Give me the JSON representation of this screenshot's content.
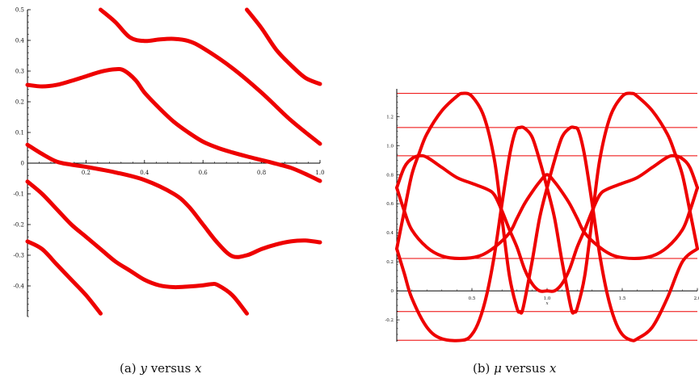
{
  "chart_data": [
    {
      "type": "line",
      "panel": "a",
      "caption": {
        "tag": "(a)",
        "yvar": "y",
        "sep": " versus ",
        "xvar": "x"
      },
      "xlim": [
        0,
        1.0
      ],
      "ylim": [
        -0.5,
        0.5
      ],
      "xticks": [
        0.2,
        0.4,
        0.6,
        0.8,
        1.0
      ],
      "xtick_labels": [
        "0.2",
        "0.4",
        "0.6",
        "0.8",
        "1.0"
      ],
      "yticks": [
        0.5,
        0.4,
        0.3,
        0.2,
        0.1,
        0,
        -0.1,
        -0.2,
        -0.3,
        -0.4
      ],
      "ytick_labels": [
        "0.5",
        "0.4",
        "0.3",
        "0.2",
        "0.1",
        "0",
        "-0.1",
        "-0.2",
        "-0.3",
        "-0.4"
      ],
      "color": "#ee0000",
      "series": [
        {
          "points": [
            [
              0.25,
              0.5
            ],
            [
              0.3,
              0.46
            ],
            [
              0.35,
              0.41
            ],
            [
              0.4,
              0.398
            ],
            [
              0.45,
              0.403
            ],
            [
              0.5,
              0.405
            ],
            [
              0.55,
              0.398
            ],
            [
              0.6,
              0.375
            ],
            [
              0.7,
              0.31
            ],
            [
              0.8,
              0.23
            ],
            [
              0.9,
              0.14
            ],
            [
              1.0,
              0.063
            ]
          ]
        },
        {
          "points": [
            [
              0.0,
              0.255
            ],
            [
              0.05,
              0.25
            ],
            [
              0.1,
              0.255
            ],
            [
              0.15,
              0.268
            ],
            [
              0.2,
              0.283
            ],
            [
              0.25,
              0.298
            ],
            [
              0.3,
              0.306
            ],
            [
              0.33,
              0.302
            ],
            [
              0.37,
              0.27
            ],
            [
              0.4,
              0.23
            ],
            [
              0.45,
              0.18
            ],
            [
              0.5,
              0.135
            ],
            [
              0.55,
              0.1
            ],
            [
              0.6,
              0.07
            ],
            [
              0.65,
              0.05
            ],
            [
              0.7,
              0.035
            ],
            [
              0.75,
              0.022
            ],
            [
              0.8,
              0.01
            ],
            [
              0.85,
              -0.002
            ],
            [
              0.9,
              -0.015
            ],
            [
              0.95,
              -0.035
            ],
            [
              1.0,
              -0.058
            ]
          ]
        },
        {
          "points": [
            [
              0.0,
              0.06
            ],
            [
              0.05,
              0.03
            ],
            [
              0.1,
              0.005
            ],
            [
              0.15,
              -0.005
            ],
            [
              0.2,
              -0.012
            ],
            [
              0.3,
              -0.03
            ],
            [
              0.4,
              -0.055
            ],
            [
              0.5,
              -0.1
            ],
            [
              0.55,
              -0.14
            ],
            [
              0.6,
              -0.2
            ],
            [
              0.65,
              -0.26
            ],
            [
              0.7,
              -0.303
            ],
            [
              0.75,
              -0.3
            ],
            [
              0.8,
              -0.28
            ],
            [
              0.85,
              -0.265
            ],
            [
              0.9,
              -0.255
            ],
            [
              0.95,
              -0.252
            ],
            [
              1.0,
              -0.258
            ]
          ]
        },
        {
          "points": [
            [
              0.0,
              -0.06
            ],
            [
              0.05,
              -0.1
            ],
            [
              0.1,
              -0.15
            ],
            [
              0.15,
              -0.2
            ],
            [
              0.2,
              -0.24
            ],
            [
              0.25,
              -0.28
            ],
            [
              0.3,
              -0.32
            ],
            [
              0.35,
              -0.35
            ],
            [
              0.4,
              -0.38
            ],
            [
              0.45,
              -0.398
            ],
            [
              0.5,
              -0.404
            ],
            [
              0.55,
              -0.402
            ],
            [
              0.6,
              -0.398
            ],
            [
              0.63,
              -0.394
            ],
            [
              0.65,
              -0.397
            ],
            [
              0.7,
              -0.43
            ],
            [
              0.75,
              -0.49
            ]
          ]
        },
        {
          "points": [
            [
              0.75,
              0.5
            ],
            [
              0.8,
              0.44
            ],
            [
              0.85,
              0.37
            ],
            [
              0.9,
              0.32
            ],
            [
              0.95,
              0.278
            ],
            [
              1.0,
              0.258
            ]
          ]
        },
        {
          "points": [
            [
              0.0,
              -0.255
            ],
            [
              0.05,
              -0.28
            ],
            [
              0.1,
              -0.33
            ],
            [
              0.15,
              -0.38
            ],
            [
              0.2,
              -0.43
            ],
            [
              0.25,
              -0.49
            ]
          ]
        }
      ]
    },
    {
      "type": "line",
      "panel": "b",
      "caption": {
        "tag": "(b)",
        "yvar": "μ",
        "sep": " versus ",
        "xvar": "x"
      },
      "xlim": [
        0,
        2.0
      ],
      "ylim": [
        -0.35,
        1.38
      ],
      "x_axis_label": "x",
      "xticks": [
        0.5,
        1.0,
        1.5,
        2.0
      ],
      "xtick_labels": [
        "0.5",
        "1.0",
        "1.5",
        "2.0"
      ],
      "yticks": [
        1.2,
        1.0,
        0.8,
        0.6,
        0.4,
        0.2,
        0,
        -0.2
      ],
      "ytick_labels": [
        "1.2",
        "1.0",
        "0.8",
        "0.6",
        "0.4",
        "0.2",
        "0",
        "-0.2"
      ],
      "horizontal_lines": [
        1.36,
        1.125,
        0.93,
        0.223,
        -0.143,
        -0.34
      ],
      "color": "#ee0000",
      "series": [
        {
          "points": [
            [
              0.0,
              0.29
            ],
            [
              0.05,
              0.55
            ],
            [
              0.1,
              0.8
            ],
            [
              0.15,
              0.95
            ],
            [
              0.2,
              1.08
            ],
            [
              0.3,
              1.24
            ],
            [
              0.4,
              1.34
            ],
            [
              0.44,
              1.36
            ],
            [
              0.5,
              1.34
            ],
            [
              0.58,
              1.2
            ],
            [
              0.65,
              0.9
            ],
            [
              0.7,
              0.5
            ],
            [
              0.75,
              0.1
            ],
            [
              0.8,
              -0.12
            ],
            [
              0.82,
              -0.143
            ],
            [
              0.84,
              -0.12
            ],
            [
              0.9,
              0.2
            ],
            [
              0.95,
              0.5
            ],
            [
              1.0,
              0.71
            ],
            [
              1.05,
              0.9
            ],
            [
              1.1,
              1.06
            ],
            [
              1.15,
              1.12
            ],
            [
              1.18,
              1.125
            ],
            [
              1.21,
              1.1
            ],
            [
              1.25,
              0.93
            ],
            [
              1.3,
              0.6
            ],
            [
              1.35,
              0.25
            ],
            [
              1.4,
              -0.02
            ],
            [
              1.45,
              -0.2
            ],
            [
              1.5,
              -0.3
            ],
            [
              1.56,
              -0.34
            ],
            [
              1.6,
              -0.33
            ],
            [
              1.7,
              -0.25
            ],
            [
              1.8,
              -0.05
            ],
            [
              1.9,
              0.2
            ],
            [
              2.0,
              0.29
            ]
          ]
        },
        {
          "points": [
            [
              0.0,
              0.29
            ],
            [
              0.05,
              0.12
            ],
            [
              0.1,
              -0.05
            ],
            [
              0.2,
              -0.25
            ],
            [
              0.3,
              -0.33
            ],
            [
              0.44,
              -0.34
            ],
            [
              0.5,
              -0.3
            ],
            [
              0.55,
              -0.2
            ],
            [
              0.6,
              -0.02
            ],
            [
              0.65,
              0.25
            ],
            [
              0.7,
              0.6
            ],
            [
              0.75,
              0.93
            ],
            [
              0.79,
              1.1
            ],
            [
              0.82,
              1.125
            ],
            [
              0.85,
              1.12
            ],
            [
              0.9,
              1.06
            ],
            [
              0.95,
              0.9
            ],
            [
              1.0,
              0.71
            ],
            [
              1.05,
              0.5
            ],
            [
              1.1,
              0.2
            ],
            [
              1.16,
              -0.12
            ],
            [
              1.18,
              -0.143
            ],
            [
              1.2,
              -0.12
            ],
            [
              1.25,
              0.1
            ],
            [
              1.3,
              0.5
            ],
            [
              1.35,
              0.9
            ],
            [
              1.42,
              1.2
            ],
            [
              1.5,
              1.34
            ],
            [
              1.56,
              1.36
            ],
            [
              1.6,
              1.34
            ],
            [
              1.7,
              1.24
            ],
            [
              1.8,
              1.08
            ],
            [
              1.85,
              0.95
            ],
            [
              1.9,
              0.8
            ],
            [
              1.95,
              0.55
            ],
            [
              2.0,
              0.29
            ]
          ]
        },
        {
          "points": [
            [
              0.0,
              0.71
            ],
            [
              0.05,
              0.85
            ],
            [
              0.1,
              0.91
            ],
            [
              0.15,
              0.93
            ],
            [
              0.2,
              0.92
            ],
            [
              0.3,
              0.85
            ],
            [
              0.4,
              0.78
            ],
            [
              0.5,
              0.74
            ],
            [
              0.6,
              0.7
            ],
            [
              0.65,
              0.66
            ],
            [
              0.7,
              0.55
            ],
            [
              0.75,
              0.42
            ],
            [
              0.8,
              0.3
            ],
            [
              0.85,
              0.15
            ],
            [
              0.9,
              0.05
            ],
            [
              0.95,
              0.0
            ],
            [
              1.0,
              0.0
            ]
          ]
        },
        {
          "points": [
            [
              1.0,
              0.0
            ],
            [
              1.05,
              0.0
            ],
            [
              1.1,
              0.05
            ],
            [
              1.15,
              0.15
            ],
            [
              1.2,
              0.3
            ],
            [
              1.25,
              0.42
            ],
            [
              1.3,
              0.55
            ],
            [
              1.35,
              0.66
            ],
            [
              1.4,
              0.7
            ],
            [
              1.5,
              0.74
            ],
            [
              1.6,
              0.78
            ],
            [
              1.7,
              0.85
            ],
            [
              1.8,
              0.92
            ],
            [
              1.85,
              0.93
            ],
            [
              1.9,
              0.91
            ],
            [
              1.95,
              0.85
            ],
            [
              2.0,
              0.71
            ]
          ]
        },
        {
          "points": [
            [
              0.0,
              0.71
            ],
            [
              0.05,
              0.55
            ],
            [
              0.1,
              0.42
            ],
            [
              0.2,
              0.3
            ],
            [
              0.3,
              0.24
            ],
            [
              0.42,
              0.223
            ],
            [
              0.55,
              0.24
            ],
            [
              0.65,
              0.3
            ],
            [
              0.75,
              0.4
            ],
            [
              0.8,
              0.5
            ],
            [
              0.85,
              0.6
            ],
            [
              0.9,
              0.68
            ],
            [
              0.95,
              0.75
            ],
            [
              1.0,
              0.8
            ],
            [
              1.05,
              0.75
            ],
            [
              1.1,
              0.68
            ],
            [
              1.15,
              0.6
            ],
            [
              1.2,
              0.5
            ],
            [
              1.25,
              0.4
            ],
            [
              1.35,
              0.3
            ],
            [
              1.45,
              0.24
            ],
            [
              1.58,
              0.223
            ],
            [
              1.7,
              0.24
            ],
            [
              1.8,
              0.3
            ],
            [
              1.9,
              0.42
            ],
            [
              1.95,
              0.55
            ],
            [
              2.0,
              0.71
            ]
          ]
        }
      ]
    }
  ]
}
